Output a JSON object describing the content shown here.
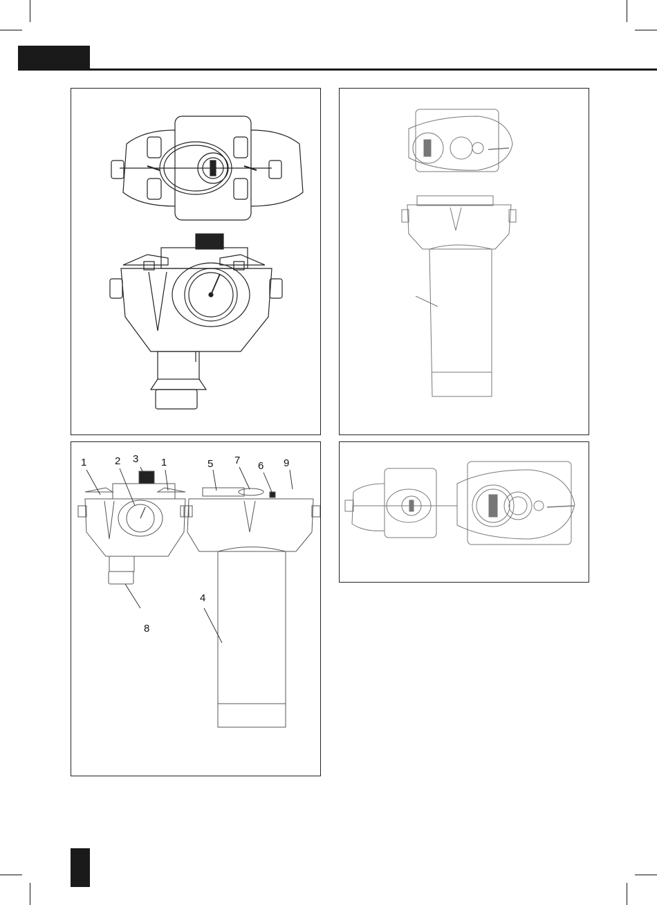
{
  "figure_c": {
    "callouts": [
      "1",
      "2",
      "3",
      "1",
      "5",
      "7",
      "6",
      "9",
      "8",
      "4"
    ]
  }
}
